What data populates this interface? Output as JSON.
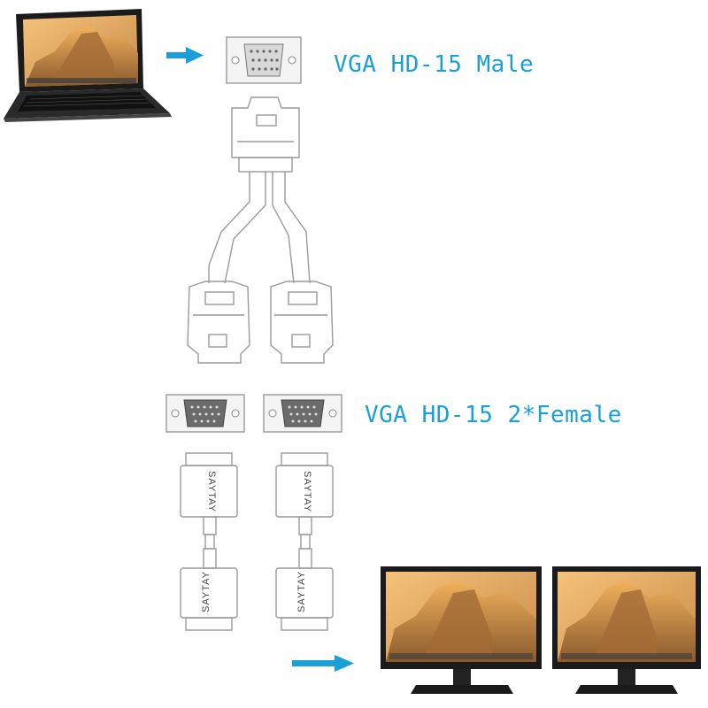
{
  "labels": {
    "male": "VGA HD-15 Male",
    "female": "VGA HD-15 2*Female"
  },
  "brand": "SAYTAY",
  "colors": {
    "label": "#1a9fd8",
    "arrow": "#1a9fd8",
    "line": "#999999"
  },
  "icons": [
    "laptop-icon",
    "monitor-icon",
    "arrow-right-icon",
    "vga-port-icon"
  ]
}
